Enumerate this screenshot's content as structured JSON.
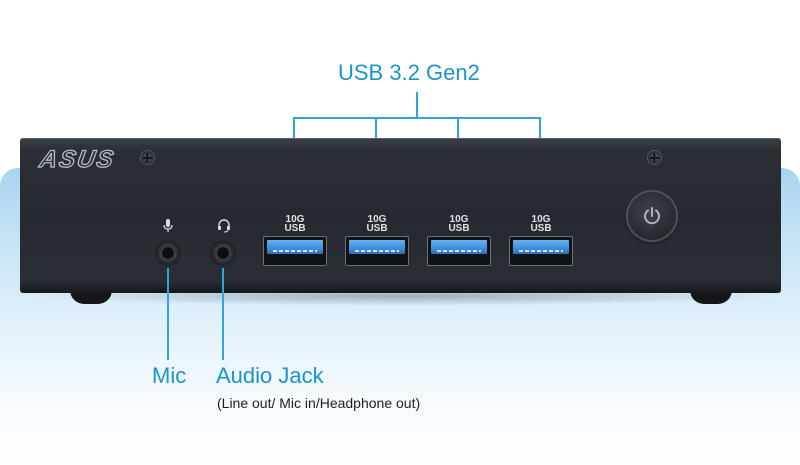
{
  "brand": {
    "logo_text": "ASUS"
  },
  "callouts": {
    "usb_title": "USB 3.2 Gen2",
    "mic_label": "Mic",
    "audio_jack_label": "Audio Jack",
    "audio_jack_sublabel": "(Line out/ Mic in/Headphone out)"
  },
  "usb_ports": [
    {
      "speed": "10G",
      "type": "USB"
    },
    {
      "speed": "10G",
      "type": "USB"
    },
    {
      "speed": "10G",
      "type": "USB"
    },
    {
      "speed": "10G",
      "type": "USB"
    }
  ],
  "icons": {
    "power": "power-icon",
    "mic": "microphone-icon",
    "headphone": "headphone-mic-icon"
  },
  "colors": {
    "callout_text": "#1a95c9",
    "callout_lines": "#2fa6d8",
    "chassis": "#262a30",
    "usb_blue": "#3f8fdc"
  }
}
